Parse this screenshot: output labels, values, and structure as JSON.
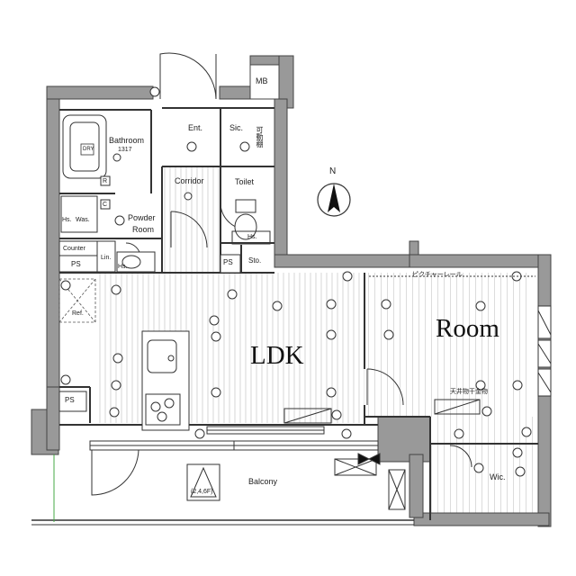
{
  "rooms": {
    "ldk": "LDK",
    "room": "Room",
    "bathroom": "Bathroom",
    "bathroom_size": "1317",
    "powder_room_1": "Powder",
    "powder_room_2": "Room",
    "entrance": "Ent.",
    "shoe_cabinet": "Sic.",
    "corridor": "Corridor",
    "toilet": "Toilet",
    "storage": "Sto.",
    "meter_box": "MB",
    "balcony": "Balcony",
    "walk_in_closet": "Wic."
  },
  "fixtures": {
    "washer": "Was.",
    "counter": "Counter",
    "ps_1": "PS",
    "ps_2": "PS",
    "ps_3": "PS",
    "hs_1": "Hs.",
    "hs_2": "Hs.",
    "hs_3": "Hs.",
    "linen": "Lin.",
    "refrigerator": "Ref.",
    "dry": "DRY",
    "c_mark": "C",
    "r_mark": "R",
    "picture_rail": "ピクチャーレール",
    "ceiling_dryer": "天井物干金物",
    "movable_shelf": "可動棚",
    "balcony_note": "(2,4,6F)"
  },
  "compass": {
    "north": "N"
  }
}
